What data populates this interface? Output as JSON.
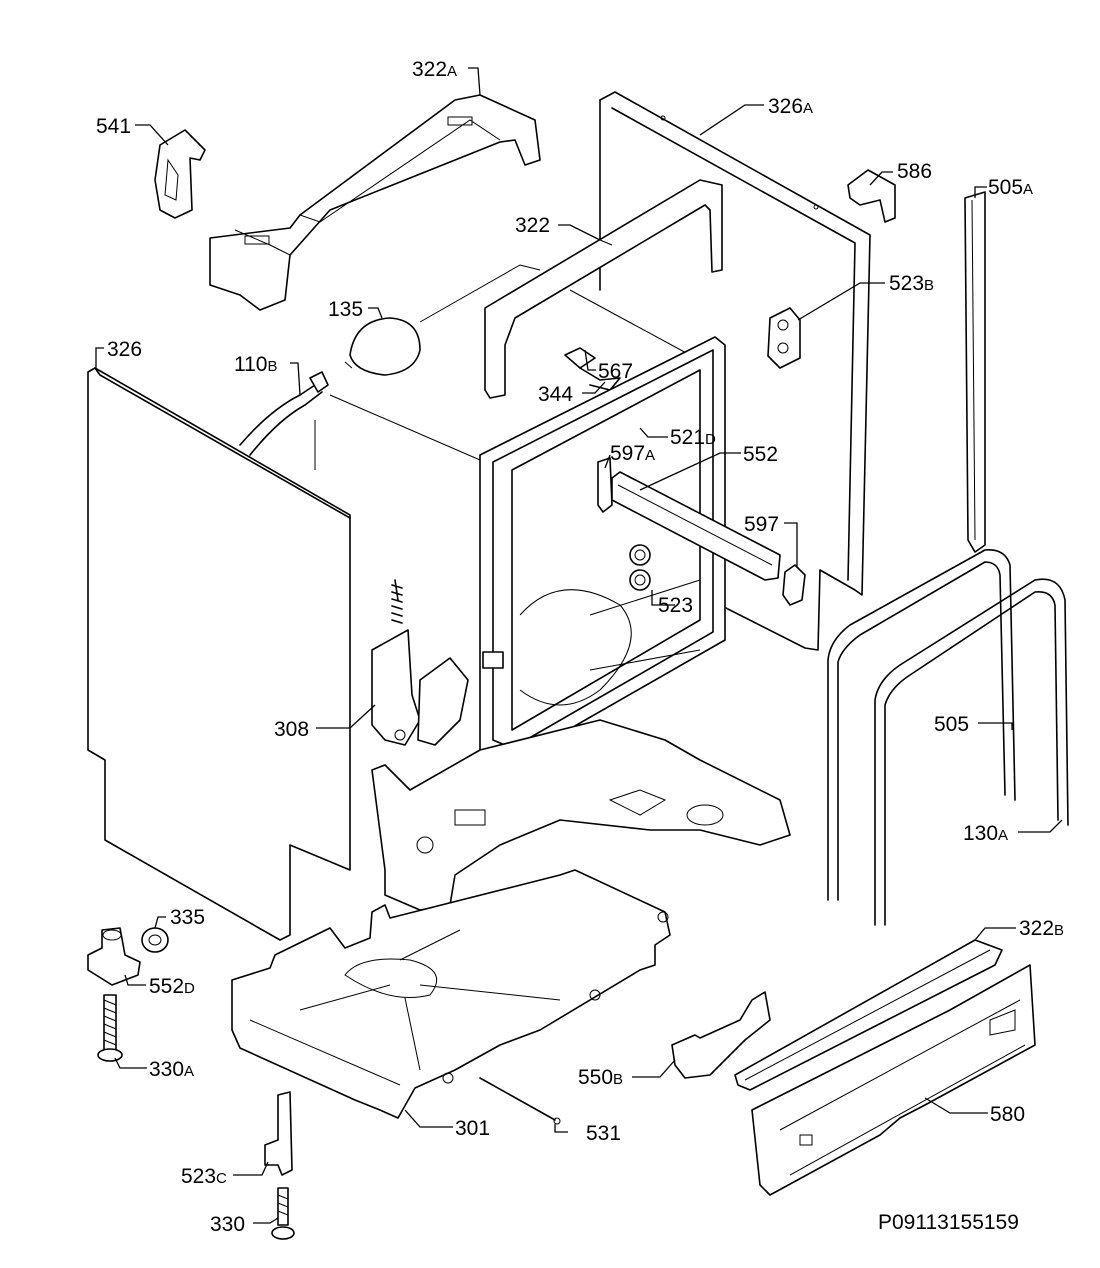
{
  "document_ref": "P09113155159",
  "callouts": {
    "c322A": {
      "num": "322",
      "suffix": "A"
    },
    "c541": {
      "num": "541",
      "suffix": ""
    },
    "c326A": {
      "num": "326",
      "suffix": "A"
    },
    "c586": {
      "num": "586",
      "suffix": ""
    },
    "c505A": {
      "num": "505",
      "suffix": "A"
    },
    "c322": {
      "num": "322",
      "suffix": ""
    },
    "c523B": {
      "num": "523",
      "suffix": "B"
    },
    "c135": {
      "num": "135",
      "suffix": ""
    },
    "c326": {
      "num": "326",
      "suffix": ""
    },
    "c110B": {
      "num": "110",
      "suffix": "B"
    },
    "c567": {
      "num": "567",
      "suffix": ""
    },
    "c344": {
      "num": "344",
      "suffix": ""
    },
    "c521D": {
      "num": "521",
      "suffix": "D"
    },
    "c597A": {
      "num": "597",
      "suffix": "A"
    },
    "c552": {
      "num": "552",
      "suffix": ""
    },
    "c597": {
      "num": "597",
      "suffix": ""
    },
    "c523": {
      "num": "523",
      "suffix": ""
    },
    "c308": {
      "num": "308",
      "suffix": ""
    },
    "c505": {
      "num": "505",
      "suffix": ""
    },
    "c130A": {
      "num": "130",
      "suffix": "A"
    },
    "c335": {
      "num": "335",
      "suffix": ""
    },
    "c552D": {
      "num": "552",
      "suffix": "D"
    },
    "c322B": {
      "num": "322",
      "suffix": "B"
    },
    "c330A": {
      "num": "330",
      "suffix": "A"
    },
    "c550B": {
      "num": "550",
      "suffix": "B"
    },
    "c580": {
      "num": "580",
      "suffix": ""
    },
    "c301": {
      "num": "301",
      "suffix": ""
    },
    "c531": {
      "num": "531",
      "suffix": ""
    },
    "c523C": {
      "num": "523",
      "suffix": "C"
    },
    "c330": {
      "num": "330",
      "suffix": ""
    }
  }
}
